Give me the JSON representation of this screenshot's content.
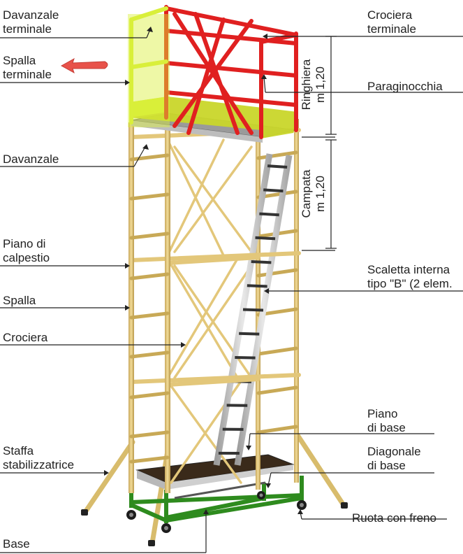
{
  "labels": {
    "davanzale_terminale": [
      "Davanzale",
      "terminale"
    ],
    "spalla_terminale": [
      "Spalla",
      "terminale"
    ],
    "davanzale": "Davanzale",
    "piano_calpestio": [
      "Piano di",
      "calpestio"
    ],
    "spalla": "Spalla",
    "crociera": "Crociera",
    "staffa": [
      "Staffa",
      "stabilizzatrice"
    ],
    "base": "Base",
    "crociera_terminale": [
      "Crociera",
      "terminale"
    ],
    "paraginocchia": "Paraginocchia",
    "scaletta": [
      "Scaletta interna",
      "tipo \"B\" (2 elem."
    ],
    "piano_base": [
      "Piano",
      "di base"
    ],
    "diagonale_base": [
      "Diagonale",
      "di base"
    ],
    "ruota": "Ruota con freno"
  },
  "dimensions": {
    "ringhiera": [
      "Ringhiera",
      "m 1,20"
    ],
    "campata": [
      "Campata",
      "m 1,20"
    ]
  },
  "colors": {
    "frame": "#e3c77a",
    "frame_dark": "#b89a4c",
    "railing": "#e02020",
    "highlight": "#d9ef3a",
    "base": "#2e8b1e",
    "ladder": "#c9c9c9",
    "platform": "#3a2a1a",
    "arrow": "#e8524a",
    "line": "#222222"
  }
}
